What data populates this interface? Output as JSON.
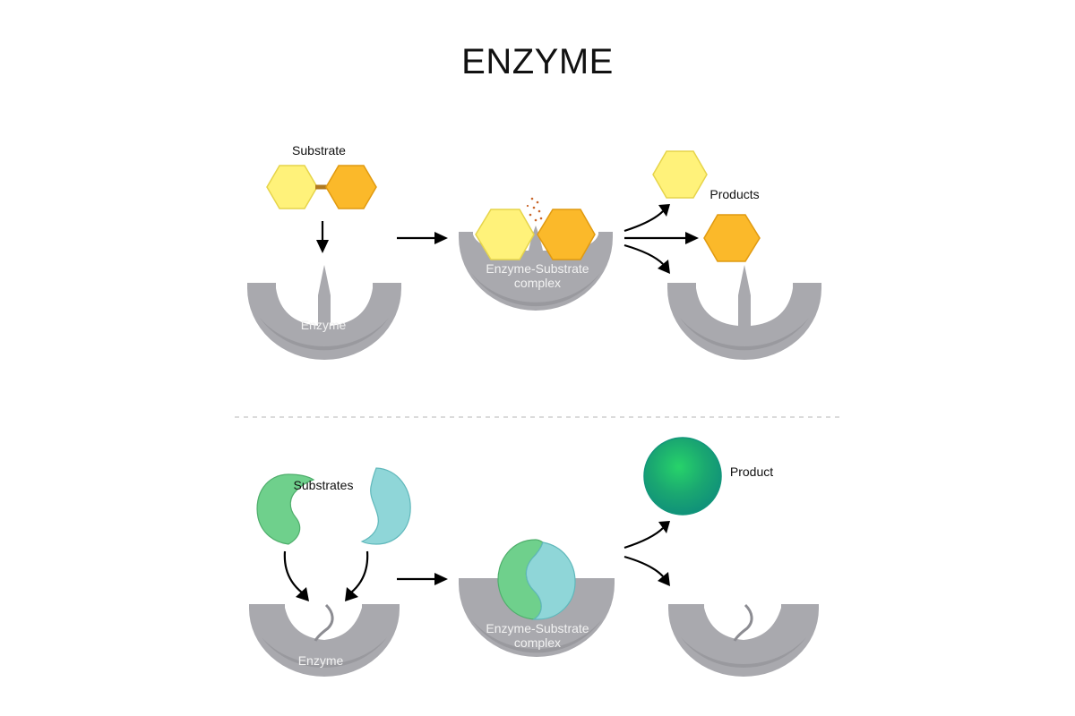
{
  "title": "ENZYME",
  "top_panel": {
    "substrate_label": "Substrate",
    "enzyme_label": "Enzyme",
    "complex_label_line1": "Enzyme-Substrate",
    "complex_label_line2": "complex",
    "products_label": "Products"
  },
  "bottom_panel": {
    "substrates_label": "Substrates",
    "enzyme_label": "Enzyme",
    "complex_label_line1": "Enzyme-Substrate",
    "complex_label_line2": "complex",
    "product_label": "Product"
  },
  "colors": {
    "enzyme": "#a9a9ae",
    "enzyme_shadow": "#8c8c92",
    "hexagon_yellow": "#fff27a",
    "hexagon_orange": "#fbb92a",
    "green_substrate": "#6fd08c",
    "teal_substrate": "#8fd6d8",
    "product_sphere": "#1fb06b",
    "divider": "#cfcfcf"
  }
}
